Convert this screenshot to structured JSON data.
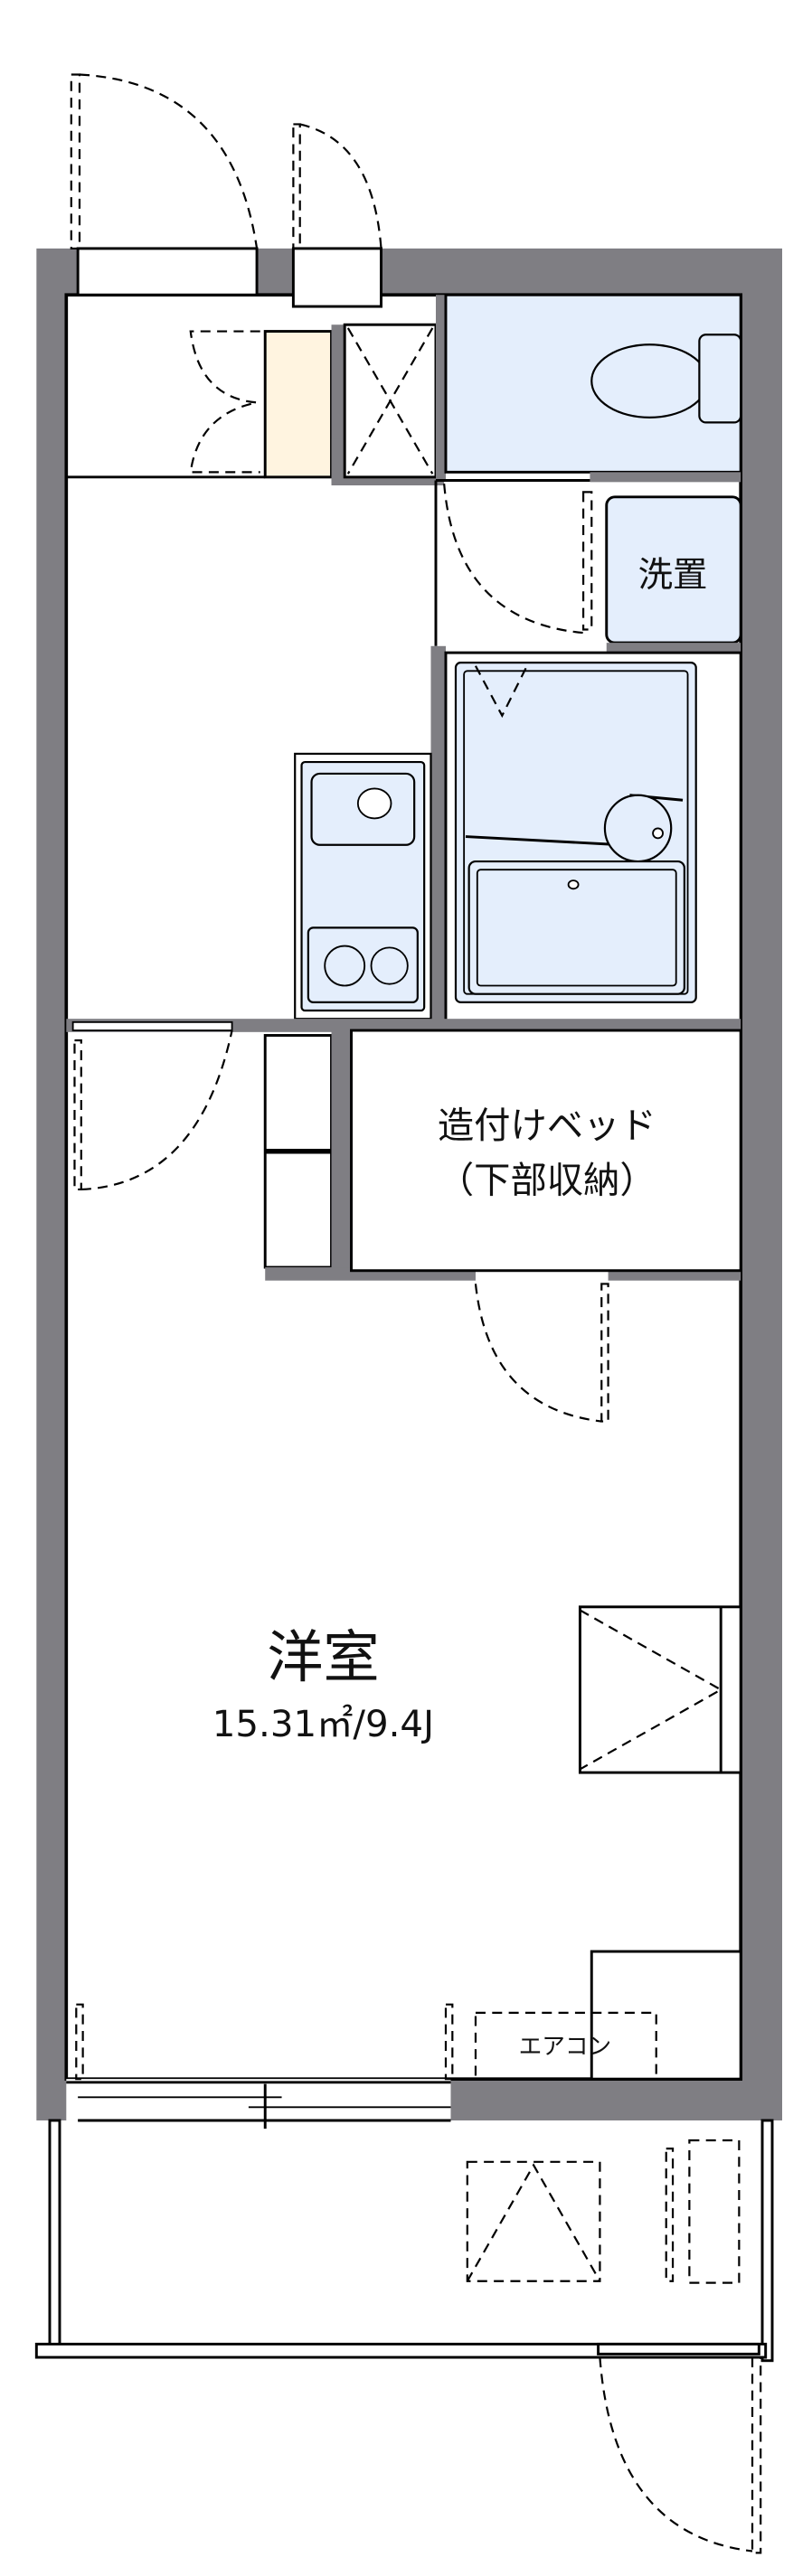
{
  "colors": {
    "wall": "#7f7e83",
    "wet_area": "#e4eefc",
    "cabinet": "#fff4e0",
    "line": "#000000"
  },
  "rooms": {
    "washstand": {
      "label": "洗置"
    },
    "built_in_bed": {
      "label_line1": "造付けベッド",
      "label_line2": "（下部収納）"
    },
    "western_room": {
      "label": "洋室",
      "area": "15.31㎡/9.4J"
    },
    "air_conditioner": {
      "label": "エアコン"
    }
  }
}
